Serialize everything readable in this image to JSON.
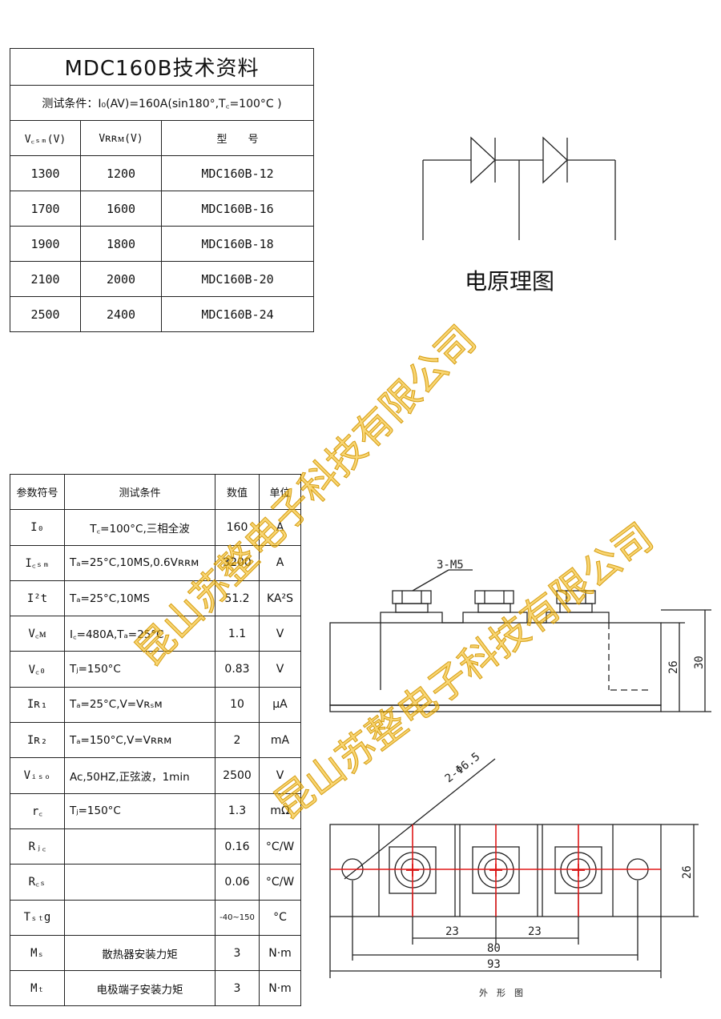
{
  "spec_table": {
    "title": "MDC160B技术资料",
    "condition": "测试条件：I₀(AV)=160A(sin180°,T꜀=100°C )",
    "headers": [
      "V꜀ₛₘ(V)",
      "Vʀʀᴍ(V)",
      "型　　号"
    ],
    "rows": [
      [
        "1300",
        "1200",
        "MDC160B-12"
      ],
      [
        "1700",
        "1600",
        "MDC160B-16"
      ],
      [
        "1900",
        "1800",
        "MDC160B-18"
      ],
      [
        "2100",
        "2000",
        "MDC160B-20"
      ],
      [
        "2500",
        "2400",
        "MDC160B-24"
      ]
    ]
  },
  "circuit": {
    "caption": "电原理图"
  },
  "param_table": {
    "headers": [
      "参数符号",
      "测试条件",
      "数值",
      "单位"
    ],
    "rows": [
      [
        "I₀",
        "T꜀=100°C,三相全波",
        "160",
        "A"
      ],
      [
        "I꜀ₛₘ",
        "Tₐ=25°C,10MS,0.6Vʀʀᴍ",
        "3200",
        "A"
      ],
      [
        "I²t",
        "Tₐ=25°C,10MS",
        "51.2",
        "KA²S"
      ],
      [
        "V꜀ᴍ",
        "I꜀=480A,Tₐ=25°C",
        "1.1",
        "V"
      ],
      [
        "V꜀₀",
        "Tⱼ=150°C",
        "0.83",
        "V"
      ],
      [
        "Iʀ₁",
        "Tₐ=25°C,V=Vʀₛᴍ",
        "10",
        "μA"
      ],
      [
        "Iʀ₂",
        "Tₐ=150°C,V=Vʀʀᴍ",
        "2",
        "mA"
      ],
      [
        "Vᵢₛₒ",
        "Ac,50HZ,正弦波，1min",
        "2500",
        "V"
      ],
      [
        "r꜀",
        "Tⱼ=150°C",
        "1.3",
        "mΩ"
      ],
      [
        "Rⱼ꜀",
        "",
        "0.16",
        "°C/W"
      ],
      [
        "R꜀ₛ",
        "",
        "0.06",
        "°C/W"
      ],
      [
        "Tₛₜg",
        "",
        "-40~150",
        "°C"
      ],
      [
        "Mₛ",
        "散热器安装力矩",
        "3",
        "N·m"
      ],
      [
        "Mₜ",
        "电极端子安装力矩",
        "3",
        "N·m"
      ]
    ]
  },
  "drawing": {
    "screw_label": "3-M5",
    "height_inner": "26",
    "height_outer": "30",
    "hole_label": "2-Φ6.5",
    "width_top": "26",
    "pitch_left": "23",
    "pitch_right": "23",
    "span_mid": "80",
    "span_full": "93",
    "caption": "外　形　图"
  },
  "watermarks": [
    "昆山苏整电子科技有限公司",
    "昆山苏整电子科技有限公司"
  ]
}
